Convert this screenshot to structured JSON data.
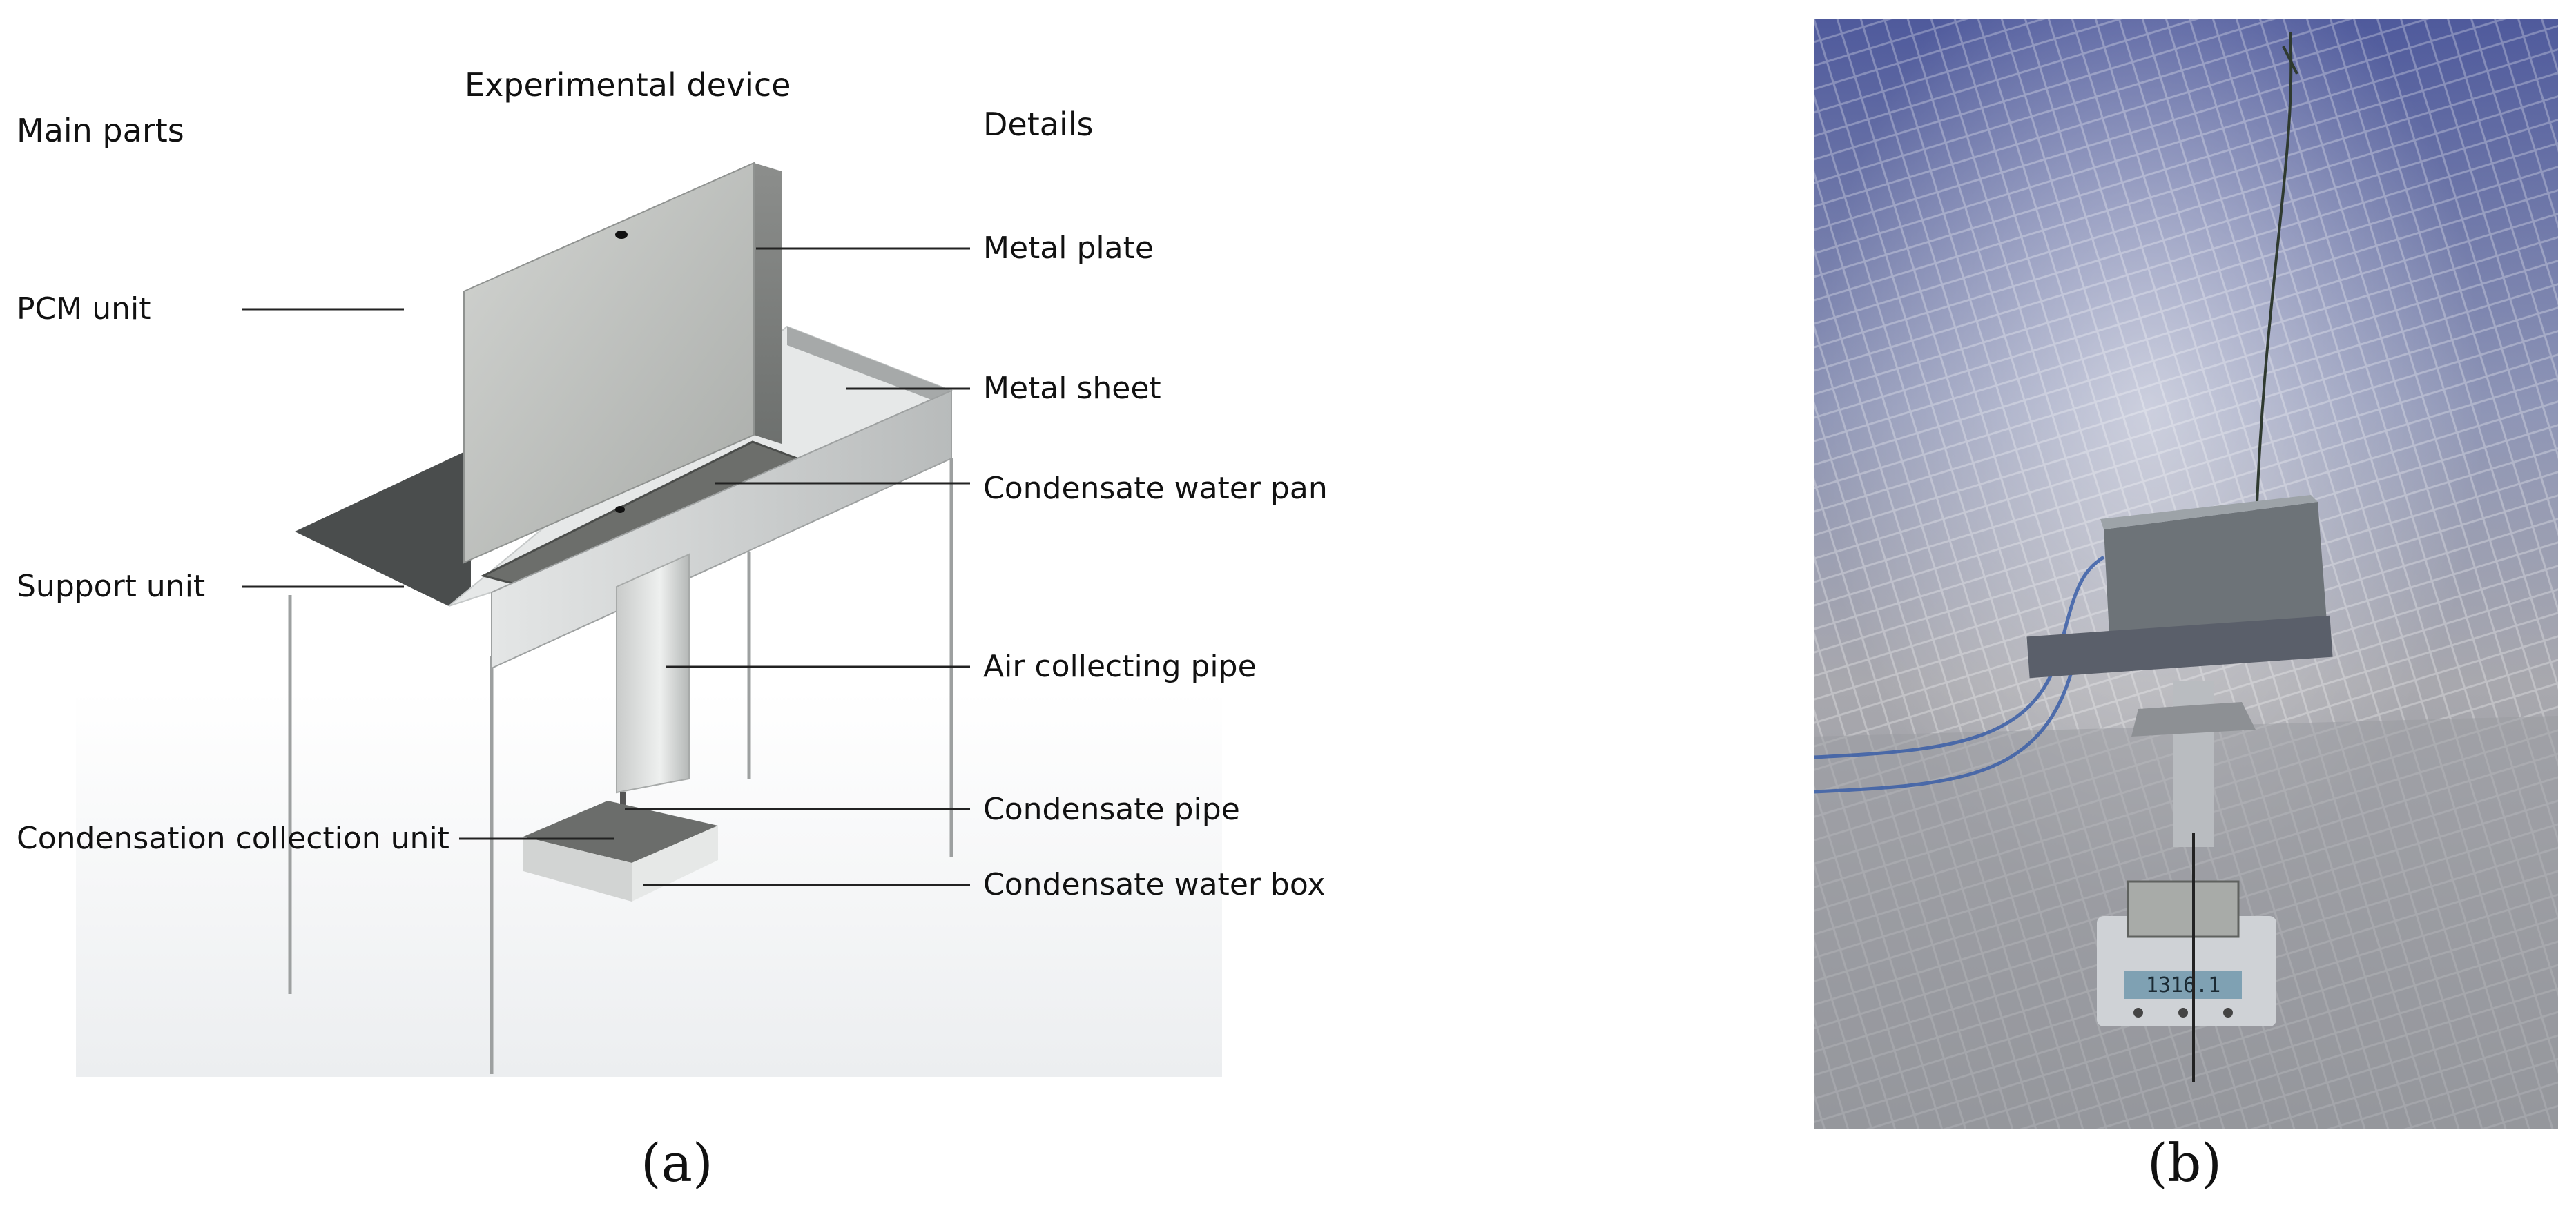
{
  "panel_a": {
    "headers": {
      "left": "Main parts",
      "center": "Experimental device",
      "right": "Details"
    },
    "main_parts": [
      "PCM unit",
      "Support unit",
      "Condensation collection unit"
    ],
    "details": [
      "Metal plate",
      "Metal sheet",
      "Condensate water pan",
      "Air collecting pipe",
      "Condensate pipe",
      "Condensate water box"
    ],
    "caption": "(a)"
  },
  "panel_b": {
    "caption": "(b)",
    "scale_readout": "1316.1"
  }
}
